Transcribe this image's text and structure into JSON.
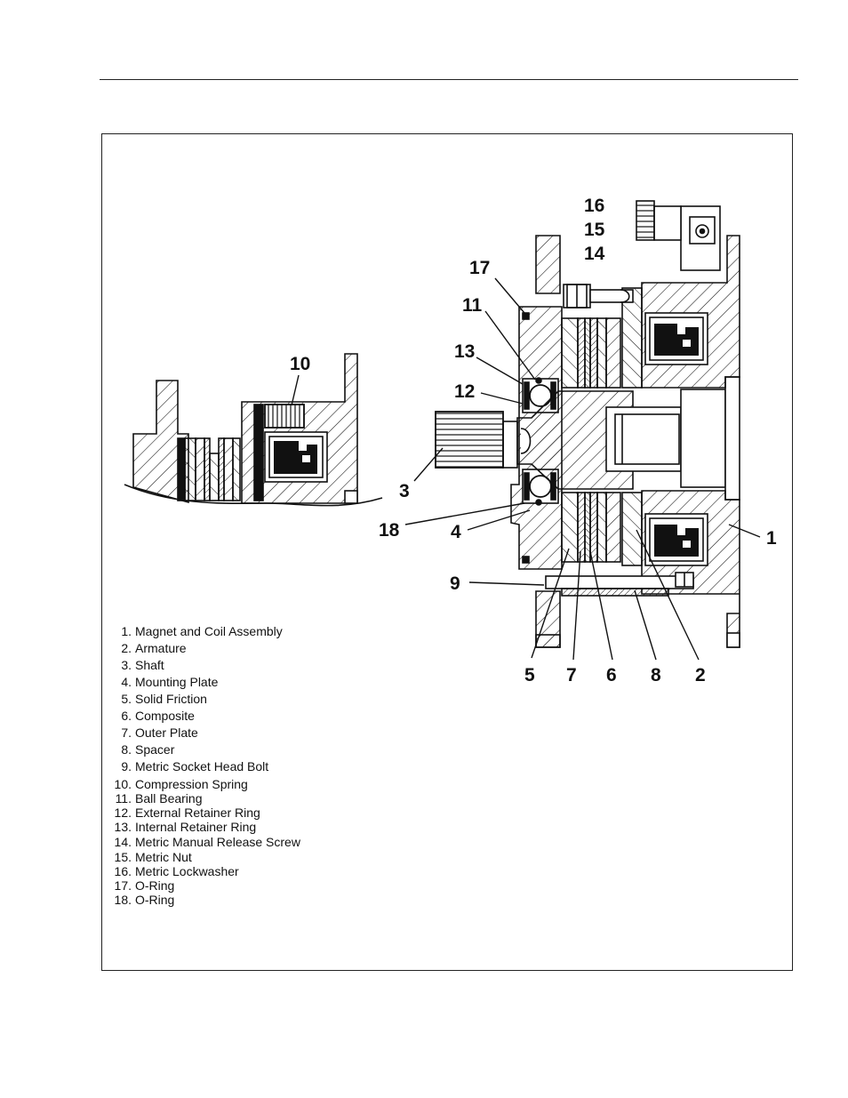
{
  "callouts": [
    "1",
    "2",
    "3",
    "4",
    "5",
    "6",
    "7",
    "8",
    "9",
    "10",
    "11",
    "12",
    "13",
    "14",
    "15",
    "16",
    "17",
    "18"
  ],
  "legend": [
    {
      "num": "1.",
      "label": "Magnet and Coil Assembly"
    },
    {
      "num": "2.",
      "label": "Armature"
    },
    {
      "num": "3.",
      "label": "Shaft"
    },
    {
      "num": "4.",
      "label": "Mounting Plate"
    },
    {
      "num": "5.",
      "label": "Solid Friction"
    },
    {
      "num": "6.",
      "label": "Composite"
    },
    {
      "num": "7.",
      "label": "Outer Plate"
    },
    {
      "num": "8.",
      "label": "Spacer"
    },
    {
      "num": "9.",
      "label": "Metric Socket Head Bolt"
    },
    {
      "num": "10.",
      "label": "Compression Spring"
    },
    {
      "num": "11.",
      "label": "Ball Bearing"
    },
    {
      "num": "12.",
      "label": "External Retainer Ring"
    },
    {
      "num": "13.",
      "label": "Internal Retainer Ring"
    },
    {
      "num": "14.",
      "label": "Metric Manual Release Screw"
    },
    {
      "num": "15.",
      "label": "Metric Nut"
    },
    {
      "num": "16.",
      "label": "Metric Lockwasher"
    },
    {
      "num": "17.",
      "label": "O-Ring"
    },
    {
      "num": "18.",
      "label": "O-Ring"
    }
  ]
}
